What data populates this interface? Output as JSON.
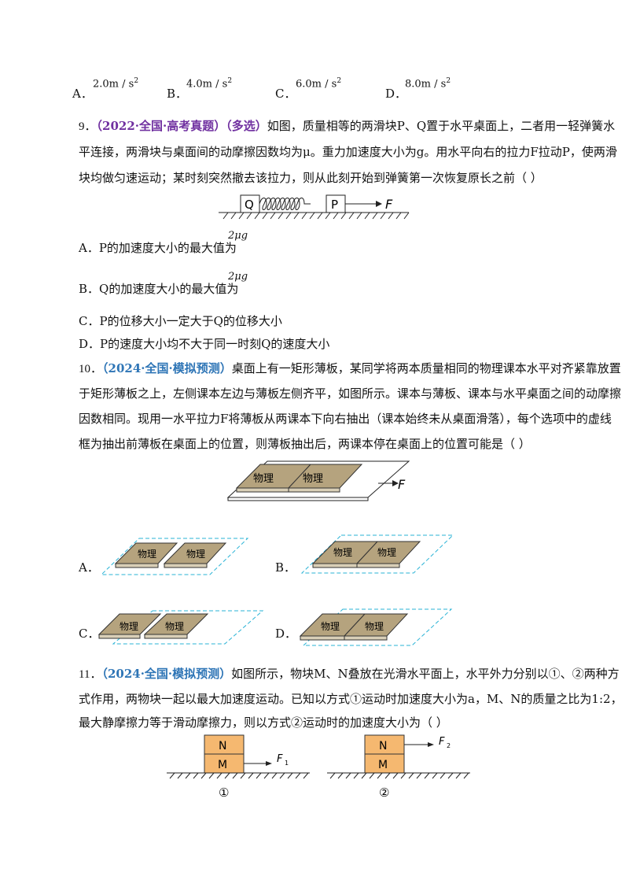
{
  "q8_options": [
    {
      "label": "A．",
      "value": "2.0m / s",
      "exp": "2"
    },
    {
      "label": "B．",
      "value": "4.0m / s",
      "exp": "2"
    },
    {
      "label": "C．",
      "value": "6.0m / s",
      "exp": "2"
    },
    {
      "label": "D．",
      "value": "8.0m / s",
      "exp": "2"
    }
  ],
  "q9": {
    "num": "9．",
    "tag1": "（2022·全国·高考真题）",
    "tag2": "（多选）",
    "line1": "如图，质量相等的两滑块P、Q置于水平桌面上，二者用一轻弹簧水",
    "line2": "平连接，两滑块与桌面间的动摩擦因数均为μ。重力加速度大小为g。用水平向右的拉力F拉动P，使两滑",
    "line3": "块均做匀速运动；某时刻突然撤去该拉力，则从此刻开始到弹簧第一次恢复原长之前（        ）",
    "fig": {
      "q": "Q",
      "p": "P",
      "f": "F"
    },
    "optA": "A．P的加速度大小的最大值为",
    "optA_math": "2μg",
    "optB": "B．Q的加速度大小的最大值为",
    "optB_math": "2μg",
    "optC": "C．P的位移大小一定大于Q的位移大小",
    "optD": "D．P的速度大小均不大于同一时刻Q的速度大小"
  },
  "q10": {
    "num": "10．",
    "tag": "（2024·全国·模拟预测）",
    "line1": "桌面上有一矩形薄板，某同学将两本质量相同的物理课本水平对齐紧靠放置",
    "line2": "于矩形薄板之上，左侧课本左边与薄板左侧齐平，如图所示。课本与薄板、课本与水平桌面之间的动摩擦",
    "line3": "因数相同。现用一水平拉力F将薄板从两课本下向右抽出（课本始终未从桌面滑落），每个选项中的虚线",
    "line4": "框为抽出前薄板在桌面上的位置，则薄板抽出后，两课本停在桌面上的位置可能是（        ）",
    "book": "物理",
    "force": "F",
    "options": [
      "A．",
      "B．",
      "C．",
      "D．"
    ]
  },
  "q11": {
    "num": "11．",
    "tag": "（2024·全国·模拟预测）",
    "line1": "如图所示，物块M、N叠放在光滑水平面上，水平外力分别以①、②两种方",
    "line2": "式作用，两物块一起以最大加速度运动。已知以方式①运动时加速度大小为a，M、N的质量之比为1:2，",
    "line3": "最大静摩擦力等于滑动摩擦力，则以方式②运动时的加速度大小为（        ）",
    "fig1": {
      "top": "N",
      "bottom": "M",
      "force": "F",
      "sub": "1",
      "caption": "①"
    },
    "fig2": {
      "top": "N",
      "bottom": "M",
      "force": "F",
      "sub": "2",
      "caption": "②"
    }
  }
}
